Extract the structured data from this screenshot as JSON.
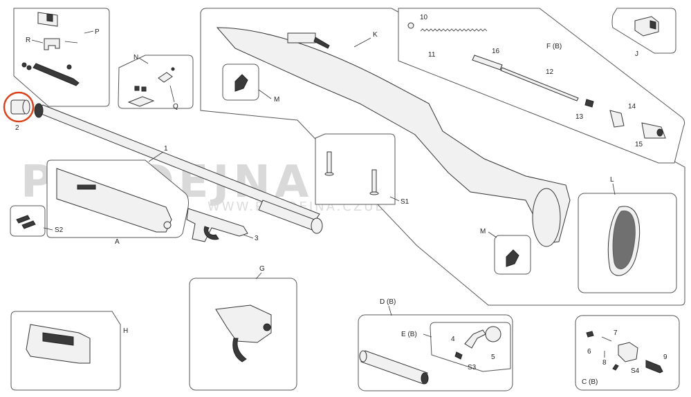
{
  "watermark": {
    "main": "PRODEJNA.CZUB.CZ",
    "url": "WWW.PRODEJNA.CZUB.CZ"
  },
  "labels": {
    "P": "P",
    "R": "R",
    "two": "2",
    "one": "1",
    "N": "N",
    "Q": "Q",
    "K": "K",
    "M_top": "M",
    "M_bottom": "M",
    "ten": "10",
    "eleven": "11",
    "sixteen": "16",
    "FB": "F (B)",
    "twelve": "12",
    "thirteen": "13",
    "fourteen": "14",
    "fifteen": "15",
    "J": "J",
    "L": "L",
    "S1": "S1",
    "S2": "S2",
    "A": "A",
    "three": "3",
    "G": "G",
    "H": "H",
    "DB": "D (B)",
    "EB": "E (B)",
    "four": "4",
    "five": "5",
    "S3": "S3",
    "six": "6",
    "seven": "7",
    "eight": "8",
    "nine": "9",
    "S4": "S4",
    "CB": "C (B)"
  },
  "colors": {
    "highlight": "#d9441c",
    "stroke": "#333333",
    "watermark": "#d9d9d9"
  }
}
